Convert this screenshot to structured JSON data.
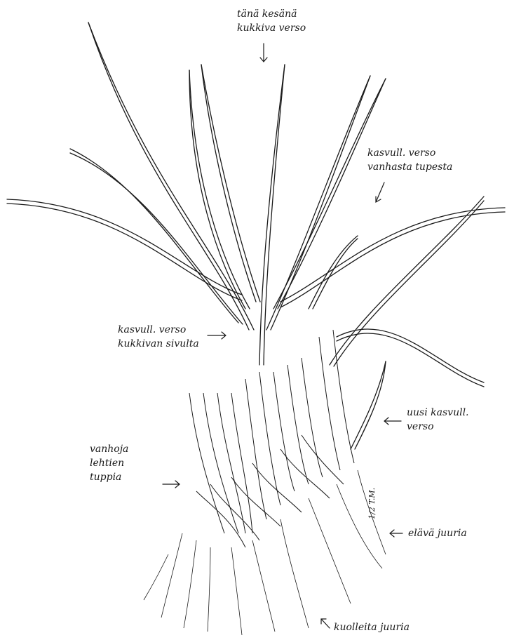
{
  "labels": {
    "top": {
      "line1": "tänä kesänä",
      "line2": "kukkiva verso"
    },
    "right_upper": {
      "line1": "kasvull. verso",
      "line2": "vanhasta tupesta"
    },
    "left_middle": {
      "line1": "kasvull. verso",
      "line2": "kukkivan sivulta"
    },
    "right_middle": {
      "line1": "uusi kasvull.",
      "line2": "verso"
    },
    "left_lower": {
      "line1": "vanhoja",
      "line2": "lehtien",
      "line3": "tuppia"
    },
    "right_lower": {
      "text": "elävä juuria"
    },
    "bottom": {
      "text": "kuolleita juuria"
    }
  },
  "signature": "1/2 T.M."
}
